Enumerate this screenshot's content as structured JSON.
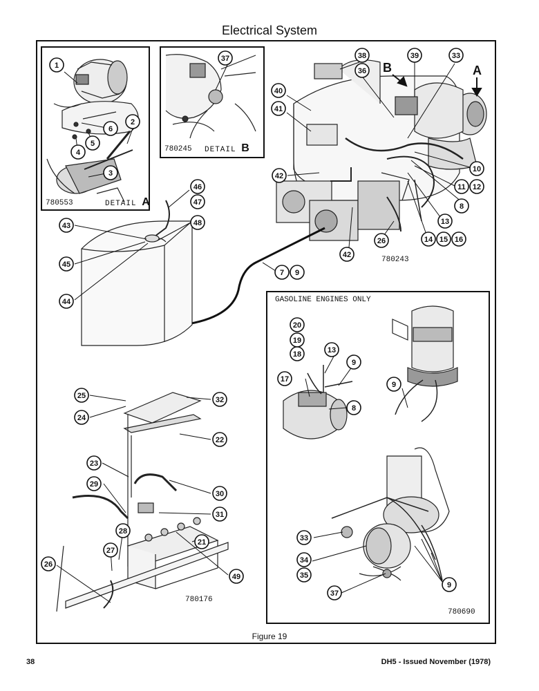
{
  "page": {
    "title": "Electrical System",
    "figure_caption": "Figure 19",
    "page_number": "38",
    "publication": "DH5 - Issued November (1978)"
  },
  "detail_a": {
    "label": "DETAIL",
    "letter": "A",
    "ref": "780553"
  },
  "detail_b": {
    "label": "DETAIL",
    "letter": "B",
    "ref": "780245"
  },
  "main_view": {
    "ref": "780243",
    "arrow_a": "A",
    "arrow_b": "B"
  },
  "battery_view": {
    "ref": "780176"
  },
  "gasoline_box": {
    "heading": "GASOLINE ENGINES ONLY",
    "ref": "780690"
  },
  "callouts": {
    "c1": "1",
    "c2": "2",
    "c3": "3",
    "c4": "4",
    "c5": "5",
    "c6": "6",
    "c37b": "37",
    "c38": "38",
    "c39": "39",
    "c33": "33",
    "c36": "36",
    "c40": "40",
    "c41": "41",
    "c42a": "42",
    "c42b": "42",
    "c10": "10",
    "c11": "11",
    "c12": "12",
    "c8": "8",
    "c13": "13",
    "c14": "14",
    "c15": "15",
    "c16": "16",
    "c26": "26",
    "c46": "46",
    "c47": "47",
    "c48": "48",
    "c43": "43",
    "c45": "45",
    "c44": "44",
    "c7": "7",
    "c9": "9",
    "c25": "25",
    "c24": "24",
    "c32": "32",
    "c22": "22",
    "c23": "23",
    "c29": "29",
    "c30": "30",
    "c31": "31",
    "c28": "28",
    "c21": "21",
    "c27": "27",
    "c26b": "26",
    "c49": "49",
    "g20": "20",
    "g19": "19",
    "g18": "18",
    "g13": "13",
    "g9a": "9",
    "g17": "17",
    "g8": "8",
    "g9b": "9",
    "g33": "33",
    "g34": "34",
    "g35": "35",
    "g37": "37",
    "g9c": "9"
  }
}
